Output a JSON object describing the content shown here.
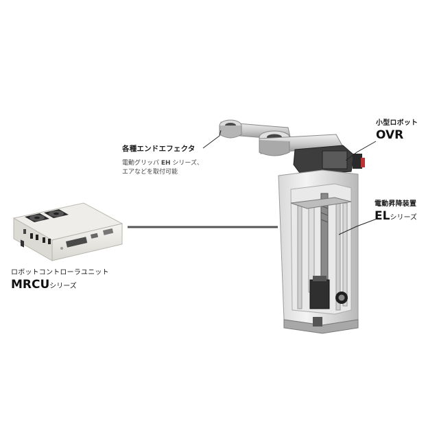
{
  "labels": {
    "end_effector": {
      "title": "各種エンドエフェクタ",
      "line1_pre": "電動グリッパ ",
      "line1_bold": "EH",
      "line1_post": " シリーズ、",
      "line2": "エアなどを取付可能"
    },
    "robot": {
      "subtitle": "小型ロボット",
      "name": "OVR"
    },
    "lift": {
      "subtitle": "電動昇降装置",
      "name": "EL",
      "suffix": "シリーズ"
    },
    "controller": {
      "subtitle": "ロボットコントローラユニット",
      "name": "MRCU",
      "suffix": "シリーズ"
    }
  }
}
